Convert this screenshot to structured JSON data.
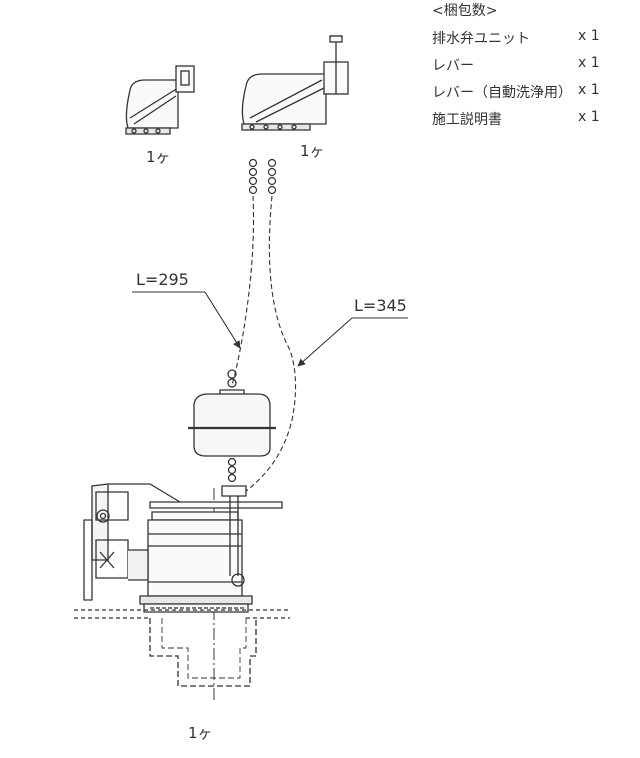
{
  "packing": {
    "title": "<梱包数>",
    "items": [
      {
        "name": "排水弁ユニット",
        "qty": "x 1"
      },
      {
        "name": "レバー",
        "qty": "x 1"
      },
      {
        "name": "レバー（自動洗浄用）",
        "qty": "x 1"
      },
      {
        "name": "施工説明書",
        "qty": "x 1"
      }
    ]
  },
  "parts": {
    "lever_count": "1ヶ",
    "lever_auto_count": "1ヶ",
    "unit_count": "1ヶ"
  },
  "dimensions": {
    "chain_short": "L=295",
    "chain_long": "L=345"
  }
}
